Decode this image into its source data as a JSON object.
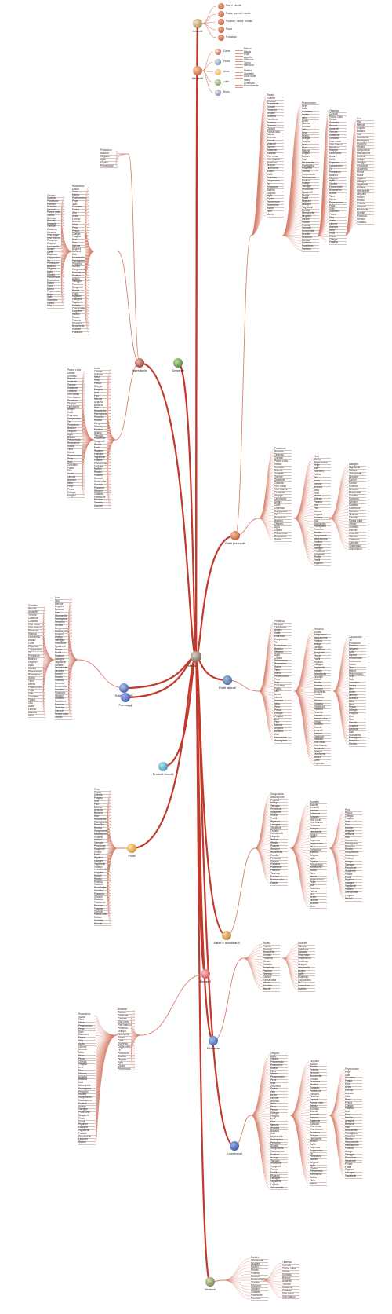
{
  "root": {
    "label": "Mezzi",
    "icon": "chef-icon"
  },
  "hubs": [
    {
      "id": "cereali",
      "label": "Cereali",
      "icon": "cereal-bowl-icon"
    },
    {
      "id": "alimenti",
      "label": "Alimenti",
      "icon": "food-plate-icon"
    },
    {
      "id": "semiente",
      "label": "Semente",
      "icon": "seeds-icon"
    },
    {
      "id": "ingredienti",
      "label": "Ingredienti",
      "icon": "spices-icon"
    },
    {
      "id": "sottoprodotti",
      "label": "Sottoprodotti",
      "icon": "jar-icon"
    },
    {
      "id": "formaggi",
      "label": "Formaggi",
      "icon": "cheese-icon"
    },
    {
      "id": "prodotti-freschi",
      "label": "Prodotti freschi",
      "icon": "fresh-icon"
    },
    {
      "id": "frutti",
      "label": "Frutti",
      "icon": "fruit-icon"
    },
    {
      "id": "piatti-principali",
      "label": "Piatti principali",
      "icon": "main-dish-icon"
    },
    {
      "id": "piatti-laterali",
      "label": "Piatti laterali",
      "icon": "side-dish-icon"
    },
    {
      "id": "dessert",
      "label": "Dessert",
      "icon": "dessert-icon"
    },
    {
      "id": "salse",
      "label": "Salse e dolcificanti",
      "icon": "sauce-icon"
    },
    {
      "id": "bevande",
      "label": "Bevande",
      "icon": "drinks-icon"
    },
    {
      "id": "condimenti",
      "label": "Condimenti",
      "icon": "condiment-icon"
    },
    {
      "id": "verdure",
      "label": "Verdure",
      "icon": "vegetable-icon"
    }
  ],
  "top_items": [
    "Pani e biscotti",
    "Pasta, gnocchi, risotto",
    "Focacce, ravioli, crostini",
    "Pizza",
    "Formaggi"
  ],
  "alimenti_items": [
    "Carne",
    "Pesce",
    "Uova",
    "Latte",
    "Burro"
  ],
  "carne_items": [
    "Manzo",
    "Maiale",
    "Pollo",
    "Agnello"
  ],
  "pesce_items": [
    "Salmone",
    "Tonno",
    "Merluzzo"
  ],
  "uova_items": [
    "Frittata",
    "Omelette",
    "Uova sode"
  ],
  "latte_items": [
    "Intero",
    "Scremato",
    "Parzialmente"
  ],
  "sample_labels": [
    "Pomodoro",
    "Basilico",
    "Origano",
    "Aglio",
    "Cipolla",
    "Prezzemolo",
    "Rosmarino",
    "Salvia",
    "Timo",
    "Menta",
    "Peperoncino",
    "Pepe",
    "Sale",
    "Zucchero",
    "Farina",
    "Olio",
    "Aceto",
    "Limone",
    "Arancia",
    "Mela",
    "Pera",
    "Pesca",
    "Ciliegia",
    "Fragola",
    "Uva",
    "Fico",
    "Melone",
    "Anguria",
    "Banana",
    "Kiwi",
    "Mozzarella",
    "Parmigiano",
    "Pecorino",
    "Ricotta",
    "Gorgonzola",
    "Mascarpone",
    "Fontina",
    "Asiago",
    "Taleggio",
    "Provolone",
    "Spaghetti",
    "Penne",
    "Fusilli",
    "Rigatoni",
    "Lasagne",
    "Tagliatelle",
    "Farfalle",
    "Orecchiette",
    "Linguine",
    "Ravioli",
    "Risotto",
    "Polenta",
    "Gnocchi",
    "Bruschetta",
    "Crostini",
    "Focaccia",
    "Grissini",
    "Ciabatta",
    "Panettone",
    "Pandoro",
    "Tiramisù",
    "Cannoli",
    "Panna cotta",
    "Gelato",
    "Sorbetto",
    "Biscotti",
    "Amaretti",
    "Torrone",
    "Zabaione",
    "Cassata",
    "Vino rosso",
    "Vino bianco",
    "Prosecco",
    "Grappa",
    "Limoncello",
    "Amaro",
    "Caffè",
    "Espresso",
    "Cappuccino",
    "Tè"
  ],
  "colors": {
    "main_line": "#c0392b",
    "branch_line": "#d9826f",
    "text": "#333333",
    "hub_text": "#222222"
  }
}
